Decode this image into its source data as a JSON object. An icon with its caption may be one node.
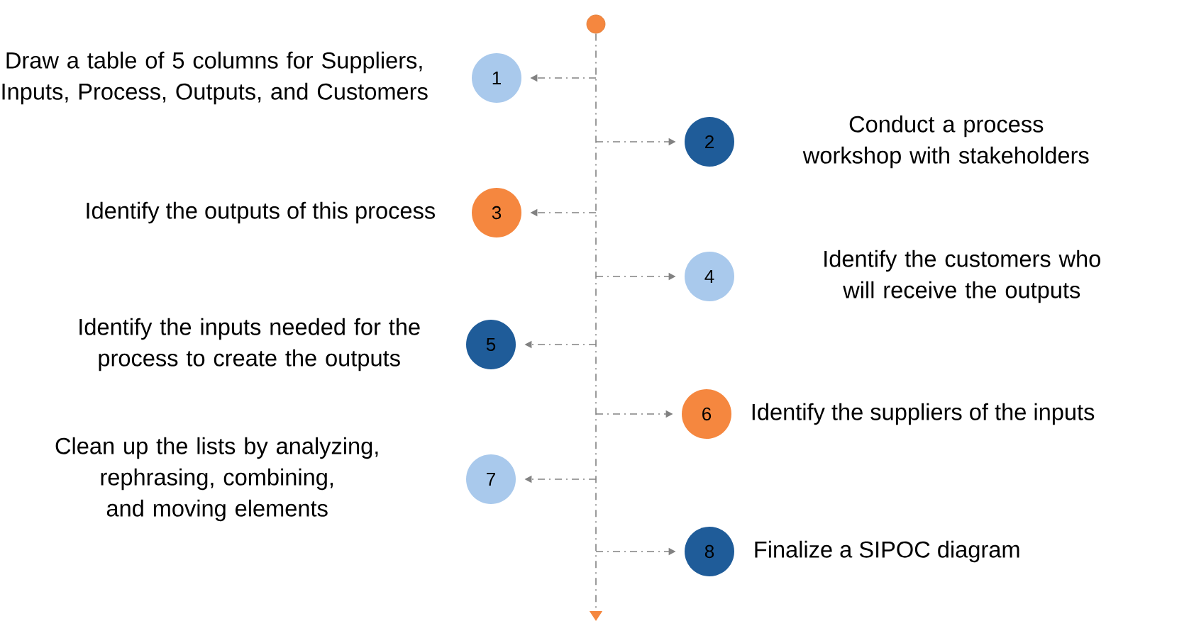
{
  "diagram": {
    "nodes": [
      {
        "text": [
          "1"
        ],
        "beside": [
          "Draw a table of 5 columns for Suppliers, Inputs, Process, Outputs, and Customers"
        ]
      },
      {
        "text": [
          "2"
        ],
        "beside": [
          "Conduct a process workshop with stakeholders"
        ]
      },
      {
        "text": [
          "3"
        ],
        "beside": [
          "Identify the outputs of this process"
        ]
      },
      {
        "text": [
          "4"
        ],
        "beside": [
          "Identify the customers who will receive the outputs"
        ]
      },
      {
        "text": [
          "5"
        ],
        "beside": [
          "Identify the inputs needed for the process to create the outputs"
        ]
      },
      {
        "text": [
          "6"
        ],
        "beside": [
          "Identify the suppliers of the inputs"
        ]
      },
      {
        "text": [
          "7"
        ],
        "beside": [
          "Clean up the lists by analyzing, rephrasing, combining, and moving elements"
        ]
      },
      {
        "text": [
          "8"
        ],
        "beside": [
          "Finalize a SIPOC diagram"
        ]
      },
      {
        "text": [],
        "shape": "circle"
      }
    ],
    "edges": [
      {
        "from": 8,
        "to": null,
        "arrow": "to",
        "style": "dashed"
      },
      {
        "from": null,
        "to": 0,
        "arrow": "to",
        "style": "dashed"
      },
      {
        "from": null,
        "to": 1,
        "arrow": "to",
        "style": "dashed"
      },
      {
        "from": null,
        "to": 2,
        "arrow": "to",
        "style": "dashed"
      },
      {
        "from": null,
        "to": 3,
        "arrow": "to",
        "style": "dashed"
      },
      {
        "from": null,
        "to": 4,
        "arrow": "to",
        "style": "dashed"
      },
      {
        "from": null,
        "to": 5,
        "arrow": "to",
        "style": "dashed"
      },
      {
        "from": null,
        "to": 6,
        "arrow": "to",
        "style": "dashed"
      },
      {
        "from": null,
        "to": 7,
        "arrow": "to",
        "style": "dashed"
      }
    ]
  }
}
